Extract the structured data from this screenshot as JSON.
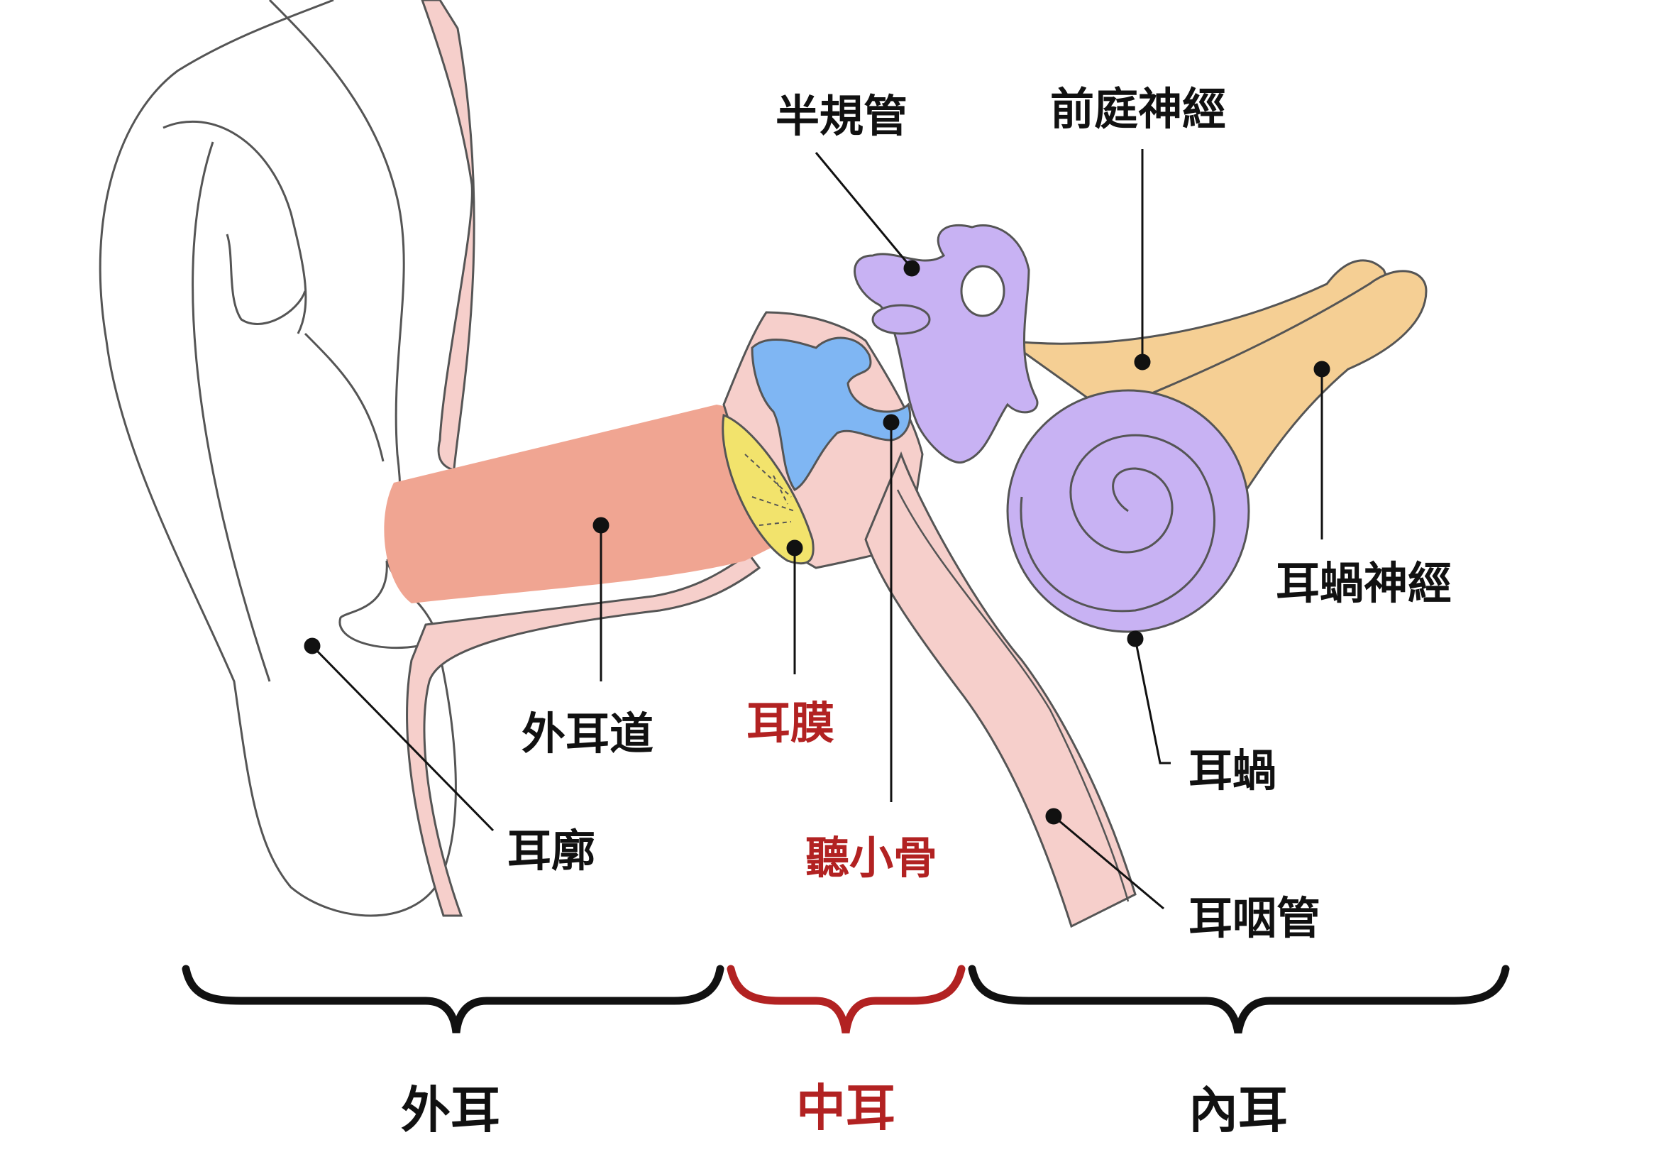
{
  "labels": {
    "semicircular_canals": "半規管",
    "vestibular_nerve": "前庭神經",
    "cochlear_nerve": "耳蝸神經",
    "cochlea": "耳蝸",
    "eustachian_tube": "耳咽管",
    "ossicles": "聽小骨",
    "eardrum": "耳膜",
    "ear_canal": "外耳道",
    "auricle": "耳廓"
  },
  "sections": {
    "outer_ear": "外耳",
    "middle_ear": "中耳",
    "inner_ear": "內耳"
  },
  "colors": {
    "skin_outline": "#5a5a5a",
    "tissue_pink": "#f6cfcb",
    "canal": "#f0a592",
    "eardrum": "#f2e36c",
    "ossicles_blue": "#7fb6f3",
    "inner_ear_purple": "#c8b2f3",
    "nerve_tan": "#f5cf94",
    "highlight_red": "#b22222",
    "text_black": "#111111"
  }
}
